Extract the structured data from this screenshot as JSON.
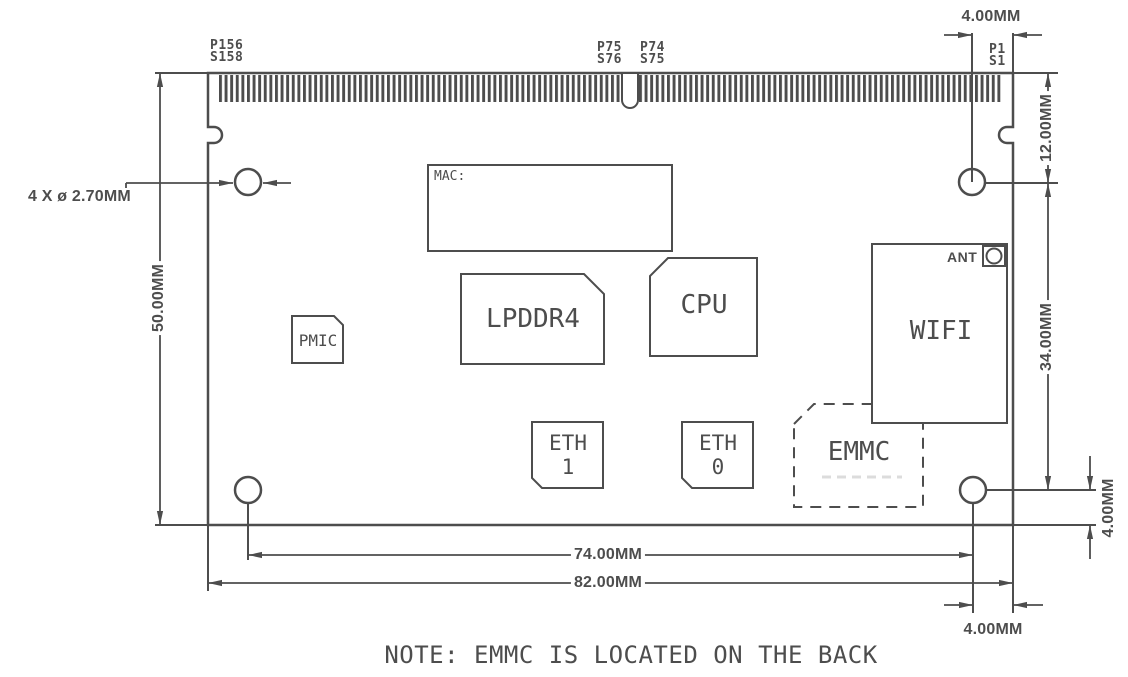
{
  "drawing": {
    "title_note": "NOTE: EMMC IS LOCATED ON THE BACK",
    "colors": {
      "line": "#4d4d4d",
      "background": "#ffffff",
      "ghost": "#dcdcdc"
    },
    "pins": {
      "top_left": "P156\nS158",
      "key_left": "P75\nS76",
      "key_right": "P74\nS75",
      "top_right": "P1\nS1"
    },
    "dimensions": {
      "board_height": "50.00MM",
      "board_width": "82.00MM",
      "hole_span_x": "74.00MM",
      "hole_offset_top": "12.00MM",
      "hole_span_y": "34.00MM",
      "hole_to_right_edge_top": "4.00MM",
      "hole_to_bottom_edge": "4.00MM",
      "hole_to_right_edge_bottom": "4.00MM",
      "hole_callout": "4 X ø 2.70MM"
    },
    "components": {
      "mac_label": "MAC:",
      "pmic": "PMIC",
      "lpddr4": "LPDDR4",
      "cpu": "CPU",
      "eth1": "ETH\n1",
      "eth0": "ETH\n0",
      "emmc": "EMMC",
      "wifi": "WIFI",
      "ant": "ANT"
    }
  }
}
